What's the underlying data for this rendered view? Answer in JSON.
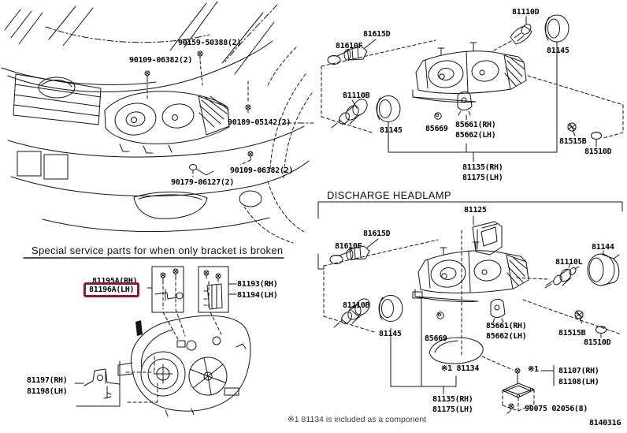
{
  "doc": {
    "discharge_title": "DISCHARGE HEADLAMP",
    "special_title": "Special service parts for when only bracket is broken",
    "footnote": "※1 81134 is included as a component",
    "page_code": "814031G",
    "highlight_color": "#8e1638",
    "line_color": "#161616"
  },
  "car_labels": {
    "l1": "90159-50388(2)",
    "l2": "90109-06382(2)",
    "l3": "90189-05142(2)",
    "l4": "90109-06382(2)",
    "l5": "90179-06127(2)"
  },
  "halogen_labels": {
    "b81110D": "81110D",
    "b81145_top": "81145",
    "b81615D": "81615D",
    "b81610F": "81610F",
    "b81110B": "81110B",
    "b81145_left": "81145",
    "b85669": "85669",
    "b85661": "85661(RH)",
    "b85662": "85662(LH)",
    "b81515B": "81515B",
    "b81510D": "81510D",
    "b81135": "81135(RH)",
    "b81175": "81175(LH)"
  },
  "discharge_labels": {
    "b81125": "81125",
    "b81615D": "81615D",
    "b81610F": "81610F",
    "b81144": "81144",
    "b81110L": "81110L",
    "b81110B": "81110B",
    "b81145": "81145",
    "b85669": "85669",
    "b85661": "85661(RH)",
    "b85662": "85662(LH)",
    "b81515B": "81515B",
    "b81510D": "81510D",
    "b81134": "※1 81134",
    "refmark": "※1",
    "b81107": "81107(RH)",
    "b81108": "81108(LH)",
    "b90075": "90075 02056(8)",
    "b81135": "81135(RH)",
    "b81175": "81175(LH)"
  },
  "special_labels": {
    "b81195A": "81195A(RH)",
    "b81196A": "81196A(LH)",
    "b81193": "81193(RH)",
    "b81194": "81194(LH)",
    "b81197": "81197(RH)",
    "b81198": "81198(LH)"
  }
}
